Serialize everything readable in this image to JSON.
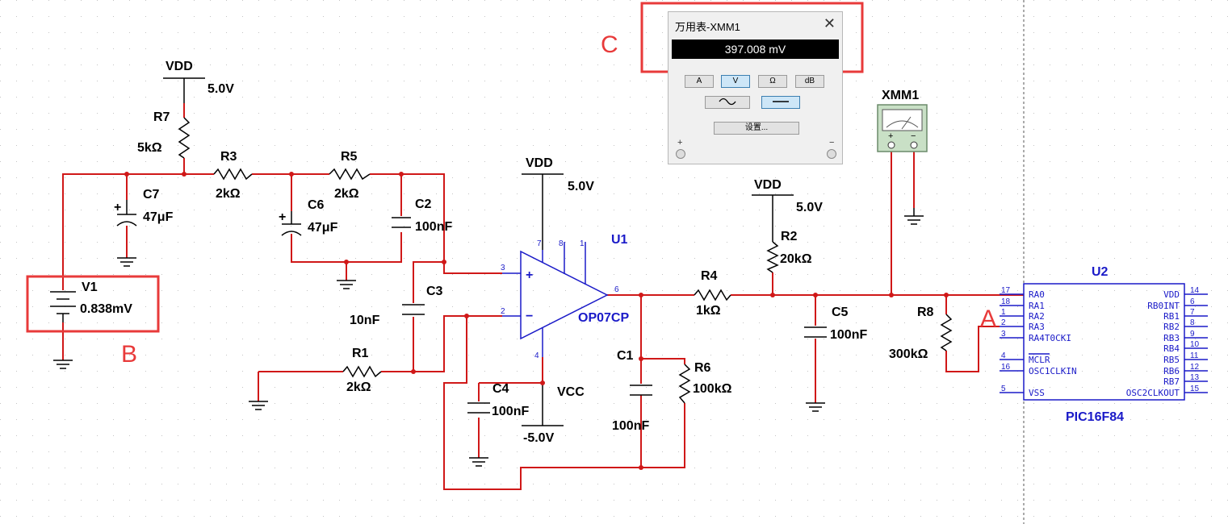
{
  "multimeter": {
    "title": "万用表-XMM1",
    "reading": "397.008 mV",
    "modes": [
      "A",
      "V",
      "Ω",
      "dB"
    ],
    "active_mode": "V",
    "settings_label": "设置...",
    "terminal_plus": "+",
    "terminal_minus": "−"
  },
  "annotations": {
    "a": "A",
    "b": "B",
    "c": "C"
  },
  "colors": {
    "wire": "#d01818",
    "annotation": "#e83a3a",
    "component_label": "#1a1ac8"
  },
  "components": {
    "vdd1": {
      "name": "VDD",
      "value": "5.0V"
    },
    "vdd2": {
      "name": "VDD",
      "value": "5.0V"
    },
    "vdd3": {
      "name": "VDD",
      "value": "5.0V"
    },
    "vcc": {
      "name": "VCC",
      "value": "-5.0V"
    },
    "r7": {
      "name": "R7",
      "value": "5kΩ"
    },
    "r3": {
      "name": "R3",
      "value": "2kΩ"
    },
    "r5": {
      "name": "R5",
      "value": "2kΩ"
    },
    "c7": {
      "name": "C7",
      "value": "47μF"
    },
    "c6": {
      "name": "C6",
      "value": "47μF"
    },
    "c2": {
      "name": "C2",
      "value": "100nF"
    },
    "c3": {
      "name": "C3",
      "value": "10nF"
    },
    "r1": {
      "name": "R1",
      "value": "2kΩ"
    },
    "c4": {
      "name": "C4",
      "value": "100nF"
    },
    "c1": {
      "name": "C1",
      "value": "100nF"
    },
    "r6": {
      "name": "R6",
      "value": "100kΩ"
    },
    "r4": {
      "name": "R4",
      "value": "1kΩ"
    },
    "r2": {
      "name": "R2",
      "value": "20kΩ"
    },
    "c5": {
      "name": "C5",
      "value": "100nF"
    },
    "r8": {
      "name": "R8",
      "value": "300kΩ"
    },
    "v1": {
      "name": "V1",
      "value": "0.838mV"
    },
    "u1": {
      "name": "U1",
      "part": "OP07CP",
      "pins": [
        "7",
        "8",
        "1",
        "3",
        "2",
        "6",
        "4"
      ]
    },
    "xmm1": {
      "name": "XMM1",
      "plus": "+",
      "minus": "−"
    },
    "u2": {
      "name": "U2",
      "part": "PIC16F84",
      "left_pins": [
        {
          "num": "17",
          "name": "RA0"
        },
        {
          "num": "18",
          "name": "RA1"
        },
        {
          "num": "1",
          "name": "RA2"
        },
        {
          "num": "2",
          "name": "RA3"
        },
        {
          "num": "3",
          "name": "RA4T0CKI"
        },
        {
          "num": "4",
          "name": "MCLR"
        },
        {
          "num": "16",
          "name": "OSC1CLKIN"
        },
        {
          "num": "5",
          "name": "VSS"
        }
      ],
      "right_pins": [
        {
          "num": "14",
          "name": "VDD"
        },
        {
          "num": "6",
          "name": "RB0INT"
        },
        {
          "num": "7",
          "name": "RB1"
        },
        {
          "num": "8",
          "name": "RB2"
        },
        {
          "num": "9",
          "name": "RB3"
        },
        {
          "num": "10",
          "name": "RB4"
        },
        {
          "num": "11",
          "name": "RB5"
        },
        {
          "num": "12",
          "name": "RB6"
        },
        {
          "num": "13",
          "name": "RB7"
        },
        {
          "num": "15",
          "name": "OSC2CLKOUT"
        }
      ]
    }
  }
}
